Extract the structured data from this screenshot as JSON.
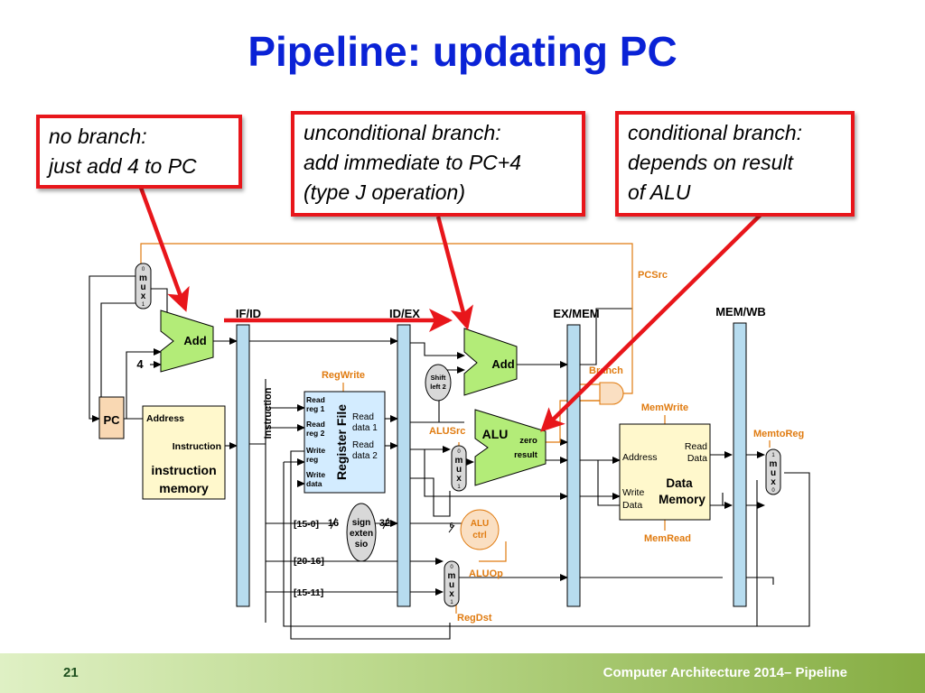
{
  "title": "Pipeline: updating PC",
  "callouts": {
    "no_branch": [
      "no branch:",
      "just add 4 to PC"
    ],
    "unconditional": [
      "unconditional branch:",
      "add immediate to PC+4",
      "(type J operation)"
    ],
    "conditional": [
      "conditional branch:",
      "depends on result",
      "of ALU"
    ]
  },
  "pipeline_registers": [
    "IF/ID",
    "ID/EX",
    "EX/MEM",
    "MEM/WB"
  ],
  "blocks": {
    "pc": "PC",
    "adder1": "Add",
    "adder2": "Add",
    "four": "4",
    "imem": {
      "address": "Address",
      "instruction": "Instruction",
      "title1": "instruction",
      "title2": "memory"
    },
    "instruction_bus": "Instruction",
    "regfile": {
      "title": "Register File",
      "read_reg1": [
        "Read",
        "reg 1"
      ],
      "read_reg2": [
        "Read",
        "reg 2"
      ],
      "write_reg": [
        "Write",
        "reg"
      ],
      "write_data": [
        "Write",
        "data"
      ],
      "read_data1": [
        "Read",
        "data 1"
      ],
      "read_data2": [
        "Read",
        "data 2"
      ]
    },
    "shift_left": [
      "Shift",
      "left 2"
    ],
    "sign_ext": [
      "sign",
      "exten",
      "sio"
    ],
    "alu": {
      "name": "ALU",
      "zero": "zero",
      "result": "result"
    },
    "alu_ctrl": [
      "ALU",
      "ctrl"
    ],
    "dmem": {
      "address": "Address",
      "read_data": [
        "Read",
        "Data"
      ],
      "write_data": [
        "Write",
        "Data"
      ],
      "title": [
        "Data",
        "Memory"
      ]
    },
    "mux_letters": [
      "m",
      "u",
      "x"
    ],
    "bit_ranges": [
      "[15-0]",
      "[20-16]",
      "[15-11]"
    ],
    "widths": [
      "16",
      "32",
      "6"
    ]
  },
  "control_signals": [
    "PCSrc",
    "RegWrite",
    "Branch",
    "MemWrite",
    "ALUSrc",
    "MemtoReg",
    "MemRead",
    "ALUOp",
    "RegDst"
  ],
  "colors": {
    "title": "#0a22d6",
    "callout_border": "#e8161b",
    "control": "#e07b10",
    "adder": "#b3ec78",
    "pipe_reg": "#b7dcef",
    "pc_box": "#f9d8b3",
    "memory": "#fff8cc",
    "regfile": "#d3ecff",
    "mux": "#d8d8d8"
  },
  "footer": {
    "page": "21",
    "course": "Computer Architecture 2014– Pipeline"
  }
}
